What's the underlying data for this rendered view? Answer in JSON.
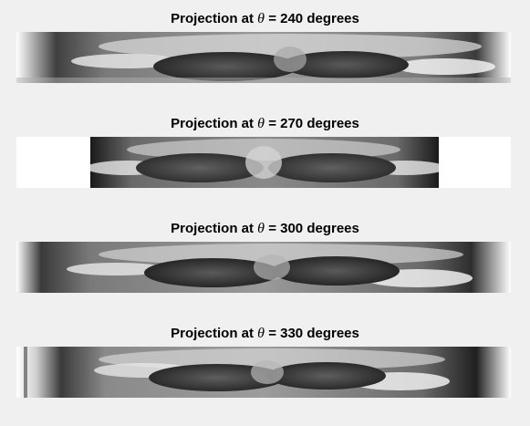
{
  "figure": {
    "panels": [
      {
        "title_prefix": "Projection at ",
        "theta_symbol": "θ",
        "title_suffix": " = 240 degrees"
      },
      {
        "title_prefix": "Projection at ",
        "theta_symbol": "θ",
        "title_suffix": " = 270 degrees"
      },
      {
        "title_prefix": "Projection at ",
        "theta_symbol": "θ",
        "title_suffix": " = 300 degrees"
      },
      {
        "title_prefix": "Projection at ",
        "theta_symbol": "θ",
        "title_suffix": " = 330 degrees"
      }
    ]
  },
  "colors": {
    "background": "#f0f0f0",
    "axes_background": "#ffffff",
    "colormap": "gray"
  }
}
